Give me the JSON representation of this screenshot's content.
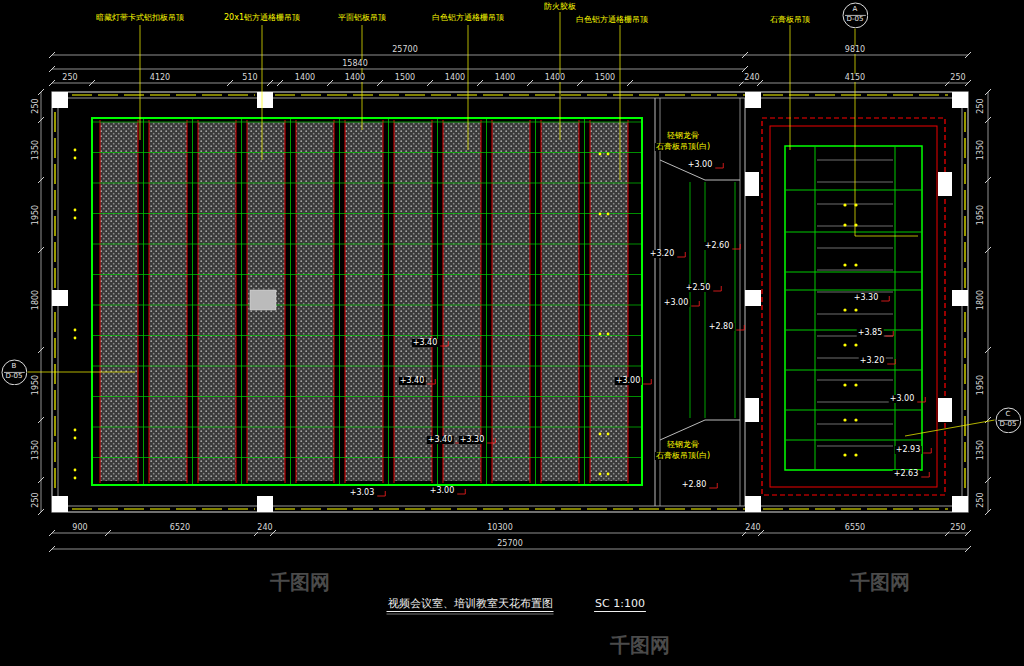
{
  "diagram": {
    "title": "视频会议室、培训教室天花布置图",
    "nodes": [
      {
        "text": [
          "A",
          "D-05"
        ]
      },
      {
        "text": [
          "B",
          "D-05"
        ]
      },
      {
        "text": [
          "C",
          "D-05"
        ]
      }
    ],
    "labels": [
      "暗藏灯带卡式铝扣板吊顶",
      "20x1铝方通格栅吊顶",
      "平面铝板吊顶",
      "白色铝方通格栅吊顶",
      "防火胶板",
      "白色铝方通格栅吊顶",
      "石膏板吊顶",
      "25700",
      "9810",
      "15840",
      "250",
      "4120",
      "510",
      "1400",
      "1400",
      "1500",
      "1400",
      "1400",
      "1400",
      "1500",
      "240",
      "4150",
      "250",
      "900",
      "6520",
      "240",
      "10300",
      "240",
      "6550",
      "250",
      "25700",
      "250",
      "1350",
      "1950",
      "1800",
      "1950",
      "1350",
      "250",
      "250",
      "1350",
      "1950",
      "1800",
      "1950",
      "1350",
      "250",
      "+3.00",
      "+3.20",
      "+2.60",
      "+2.50",
      "+3.00",
      "+2.80",
      "+3.40",
      "+3.40",
      "+3.00",
      "+3.40",
      "+3.30",
      "+3.03",
      "+3.00",
      "+2.80",
      "+3.30",
      "+3.85",
      "+3.20",
      "+3.00",
      "+2.93",
      "+2.63",
      "轻钢龙骨",
      "石膏板吊顶(白)",
      "轻钢龙骨",
      "石膏板吊顶(白)",
      "SC 1:100",
      "千图网",
      "千图网",
      "千图网"
    ]
  }
}
